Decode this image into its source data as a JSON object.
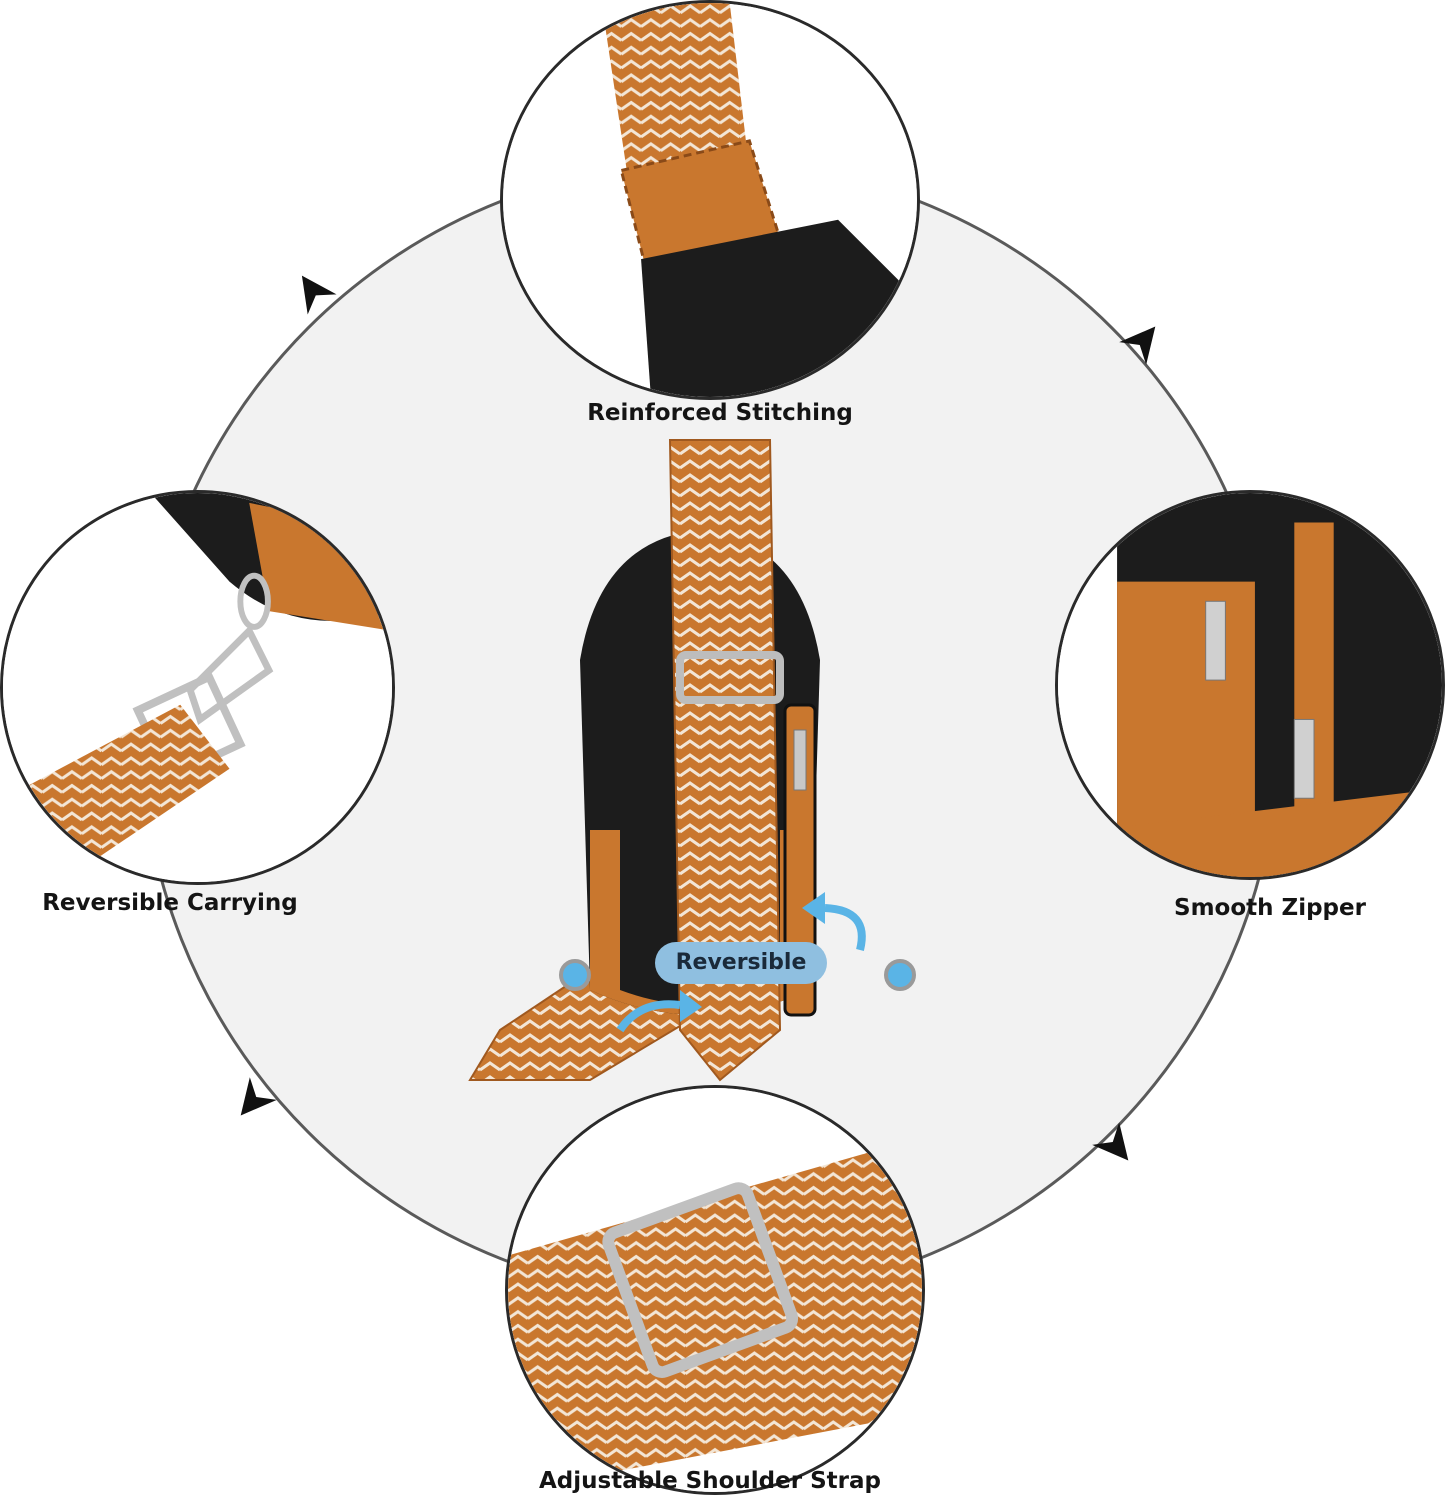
{
  "captions": {
    "top": "Reinforced Stitching",
    "left": "Reversible Carrying",
    "right": "Smooth Zipper",
    "bottom": "Adjustable Shoulder Strap",
    "center": "Reversible"
  },
  "colors": {
    "leather": "#c9772e",
    "body": "#1c1c1c",
    "strap_cream": "#f3e6d6",
    "ring_bg": "#f2f2f2",
    "accent_blue": "#5ab4e6"
  },
  "icons": [
    "arrow-clockwise-icon",
    "arrow-clockwise-icon",
    "arrow-clockwise-icon",
    "arrow-clockwise-icon"
  ]
}
